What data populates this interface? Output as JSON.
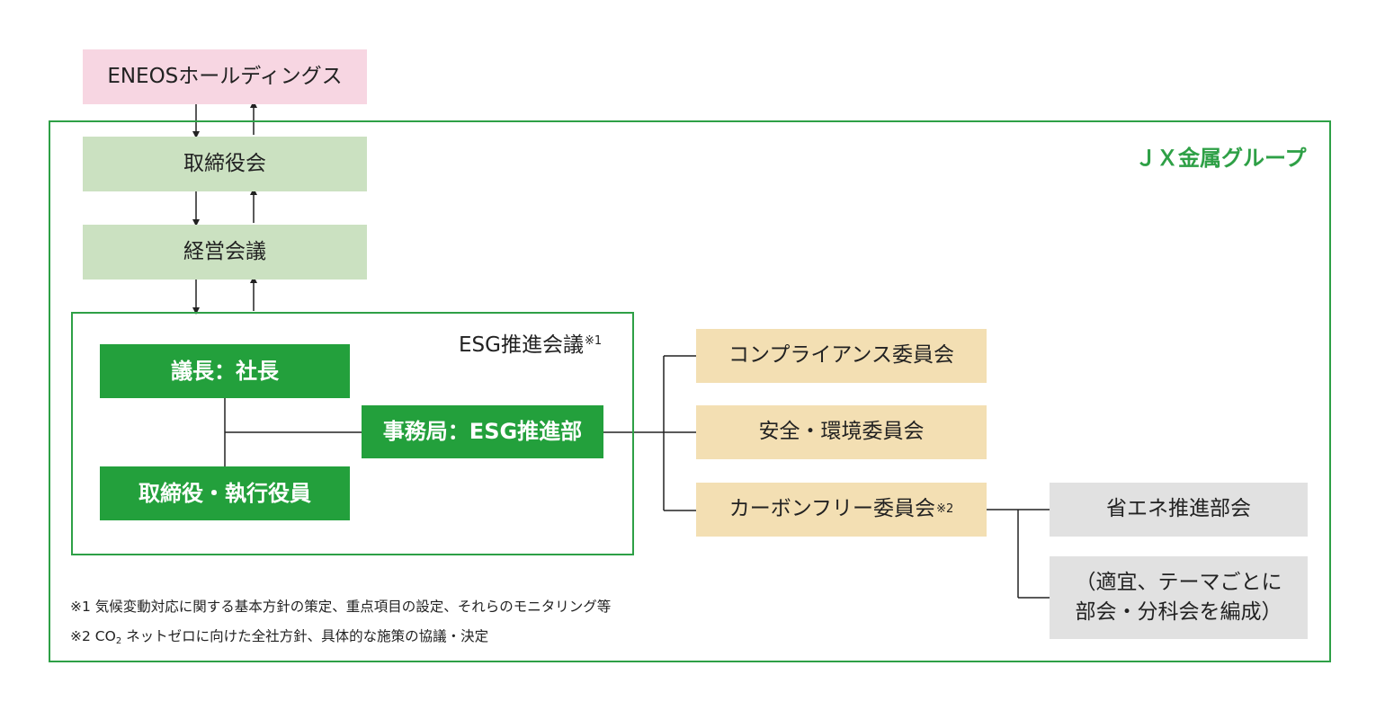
{
  "top_entity": {
    "label": "ENEOSホールディングス"
  },
  "group": {
    "label": "ＪＸ金属グループ"
  },
  "board": {
    "label": "取締役会"
  },
  "management_meeting": {
    "label": "経営会議"
  },
  "esg_council": {
    "label": "ESG推進会議",
    "note_mark": "※1",
    "chair": "議長：社長",
    "members": "取締役・執行役員",
    "secretariat": "事務局：ESG推進部"
  },
  "committees": [
    {
      "label": "コンプライアンス委員会",
      "note_mark": ""
    },
    {
      "label": "安全・環境委員会",
      "note_mark": ""
    },
    {
      "label": "カーボンフリー委員会",
      "note_mark": "※2"
    }
  ],
  "subcommittees": [
    {
      "label": "省エネ推進部会"
    },
    {
      "line1": "（適宜、テーマごとに",
      "line2": "部会・分科会を編成）"
    }
  ],
  "notes": {
    "note1": "※1 気候変動対応に関する基本方針の策定、重点項目の設定、それらのモニタリング等",
    "note2_prefix": "※2 CO",
    "note2_subscript": "2",
    "note2_suffix": "ネットゼロに向けた全社方針、具体的な施策の協議・決定"
  },
  "colors": {
    "group_frame": "#2ea046",
    "top_entity_fill": "#f7d6e2",
    "board_fill": "#cbe1c1",
    "council_fill": "#23a03c",
    "committee_fill": "#f3dfb3",
    "subcommittee_fill": "#e1e1e1"
  }
}
